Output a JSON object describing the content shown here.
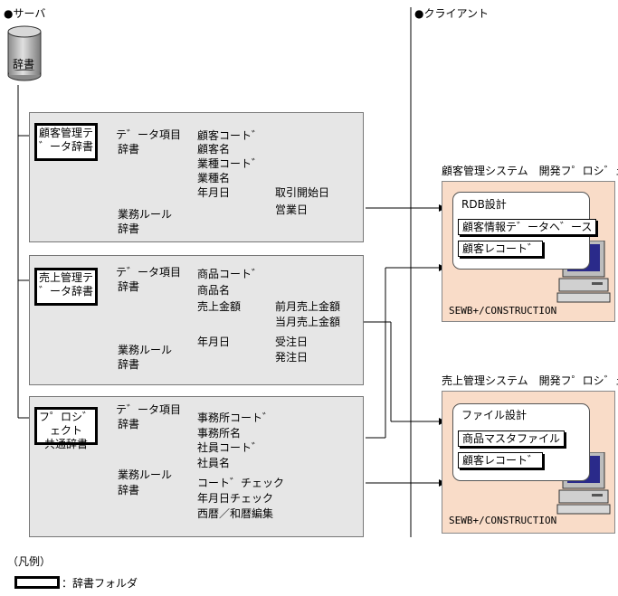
{
  "server": {
    "heading": "●サーバ",
    "db_label": "辞書"
  },
  "client": {
    "heading": "●クライアント"
  },
  "panels": [
    {
      "folder": [
        "顧客管理テ",
        "゛ータ辞書"
      ],
      "dict_label": [
        "テ゛ータ項目",
        "辞書"
      ],
      "dict_items": [
        "顧客コート゛",
        "顧客名",
        "業種コート゛",
        "業種名",
        "年月日"
      ],
      "sub_items": [
        "取引開始日",
        "営業日"
      ],
      "rule_label": [
        "業務ルール",
        "辞書"
      ],
      "rule_items": []
    },
    {
      "folder": [
        "売上管理テ",
        "゛ータ辞書"
      ],
      "dict_label": [
        "テ゛ータ項目",
        "辞書"
      ],
      "dict_items": [
        "商品コート゛",
        "商品名",
        "売上金額"
      ],
      "sub_items": [
        "前月売上金額",
        "当月売上金額"
      ],
      "rule_label": [
        "業務ルール",
        "辞書"
      ],
      "rule_items": [
        "年月日"
      ],
      "rule_sub_items": [
        "受注日",
        "発注日"
      ]
    },
    {
      "folder": [
        "フ゜ロシ゛ェクト",
        "共通辞書"
      ],
      "dict_label": [
        "テ゛ータ項目",
        "辞書"
      ],
      "dict_items": [
        "事務所コート゛",
        "事務所名",
        "社員コート゛",
        "社員名"
      ],
      "rule_label": [
        "業務ルール",
        "辞書"
      ],
      "rule_items": [
        "コート゛チェック",
        "年月日チェック",
        "西暦／和暦編集"
      ]
    }
  ],
  "projects": [
    {
      "title": "顧客管理システム　開発フ゜ロシ゛ェクト",
      "design": "RDB設計",
      "items": [
        "顧客情報テ゛ータヘ゛ース",
        "顧客レコート゛"
      ],
      "footer": "SEWB+/CONSTRUCTION"
    },
    {
      "title": "売上管理システム　開発フ゜ロシ゛ェクト",
      "design": "ファイル設計",
      "items": [
        "商品マスタファイル",
        "顧客レコート゛"
      ],
      "footer": "SEWB+/CONSTRUCTION"
    }
  ],
  "legend": {
    "heading": "（凡例）",
    "folder_desc": "：辞書フォルダ"
  },
  "colors": {
    "panel": "#e6e6e6",
    "client_box": "#f9dcc8",
    "monitor_screen": "#2a2a8a"
  }
}
